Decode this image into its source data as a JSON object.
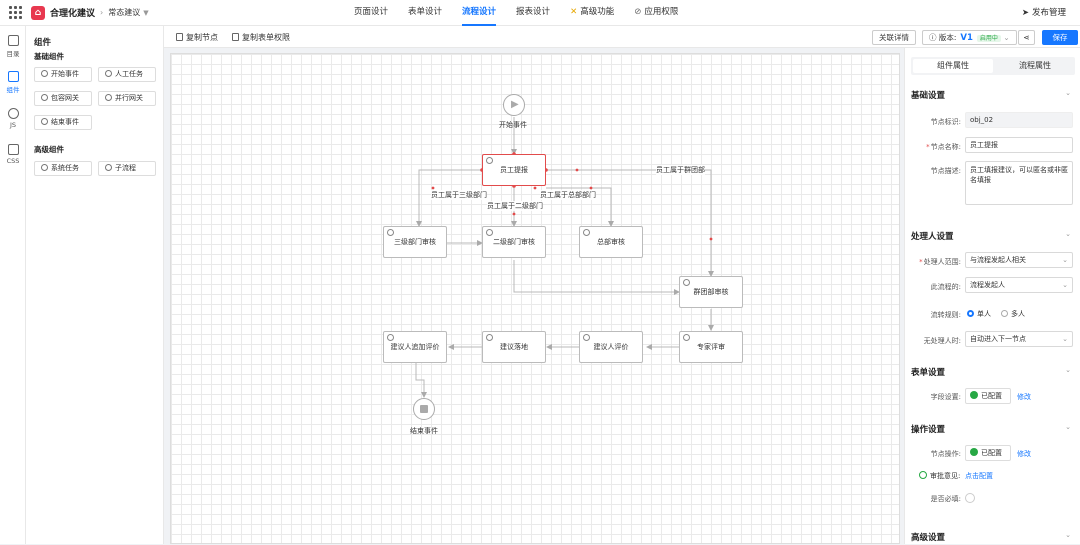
{
  "header": {
    "app_name": "合理化建议",
    "crumb": "常态建议",
    "tabs": [
      {
        "label": "页面设计",
        "active": false
      },
      {
        "label": "表单设计",
        "active": false
      },
      {
        "label": "流程设计",
        "active": true
      },
      {
        "label": "报表设计",
        "active": false
      },
      {
        "label": "高级功能",
        "active": false
      },
      {
        "label": "应用权限",
        "active": false
      }
    ],
    "publish": "发布管理"
  },
  "iconbar": {
    "items": [
      {
        "label": "目录"
      },
      {
        "label": "组件"
      },
      {
        "label": "JS"
      },
      {
        "label": "CSS"
      }
    ]
  },
  "components": {
    "title": "组件",
    "basic_title": "基础组件",
    "basic": [
      "开始事件",
      "人工任务",
      "包容网关",
      "并行网关",
      "结束事件"
    ],
    "advanced_title": "高级组件",
    "advanced": [
      "系统任务",
      "子流程"
    ]
  },
  "toolbar": {
    "copy_node": "复制节点",
    "copy_perm": "复制表单权限",
    "detail": "关联详情",
    "version_label": "版本:",
    "version": "V1",
    "version_status": "启用中",
    "save": "保存"
  },
  "flow": {
    "start_label": "开始事件",
    "end_label": "结束事件",
    "nodes": {
      "submit": "员工提报",
      "level3": "三级部门审核",
      "level2": "二级部门审核",
      "hq": "总部审核",
      "group": "群团部审核",
      "expert": "专家评审",
      "eval": "建议人评价",
      "implement": "建议落地",
      "append": "建议人追加评价"
    },
    "edges": {
      "to_group": "员工属于群团部",
      "to_level3": "员工属于三级部门",
      "to_hq": "员工属于总部部门",
      "to_level2": "员工属于二级部门"
    }
  },
  "props": {
    "tabs": [
      "组件属性",
      "流程属性"
    ],
    "basic": {
      "title": "基础设置",
      "id_label": "节点标识:",
      "id_value": "obj_02",
      "name_label": "节点名称:",
      "name_value": "员工提报",
      "desc_label": "节点描述:",
      "desc_value": "员工填报建议，可以匿名或非匿名填报"
    },
    "handler": {
      "title": "处理人设置",
      "range_label": "处理人范围:",
      "range_value": "与流程发起人相关",
      "this_label": "此流程的:",
      "this_value": "流程发起人",
      "rule_label": "流转规则:",
      "rule_single": "单人",
      "rule_multi": "多人",
      "none_label": "无处理人时:",
      "none_value": "自动进入下一节点"
    },
    "form": {
      "title": "表单设置",
      "field_label": "字段设置:",
      "status": "已配置",
      "edit": "修改"
    },
    "ops": {
      "title": "操作设置",
      "node_label": "节点操作:",
      "status": "已配置",
      "edit": "修改",
      "opinion": "审批意见:",
      "opinion_link": "点击配置",
      "required": "是否必填:"
    },
    "advanced": {
      "title": "高级设置"
    }
  }
}
